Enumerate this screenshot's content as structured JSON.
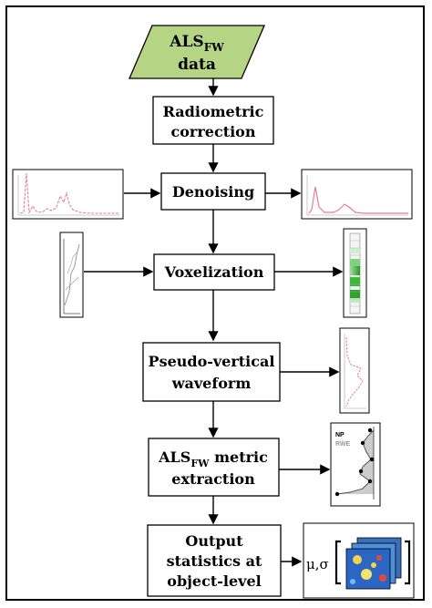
{
  "flowchart": {
    "input": {
      "main": "ALS",
      "subscript": "FW",
      "line2": "data",
      "color": "#b5d585"
    },
    "steps": [
      {
        "id": "radiometric",
        "lines": [
          "Radiometric",
          "correction"
        ]
      },
      {
        "id": "denoising",
        "lines": [
          "Denoising"
        ]
      },
      {
        "id": "voxelization",
        "lines": [
          "Voxelization"
        ]
      },
      {
        "id": "pseudo",
        "lines": [
          "Pseudo-vertical",
          "waveform"
        ]
      },
      {
        "id": "metric",
        "line1_main": "ALS",
        "line1_sub": "FW",
        "line1_rest": " metric",
        "line2": "extraction"
      },
      {
        "id": "output",
        "lines": [
          "Output",
          "statistics at",
          "object-level"
        ]
      }
    ],
    "metric_labels": {
      "np": "NP",
      "rwe": "RWE"
    },
    "output_symbols": "μ,σ",
    "waveform_color": "#e87aa0",
    "voxel_color": "#3bb83b"
  }
}
